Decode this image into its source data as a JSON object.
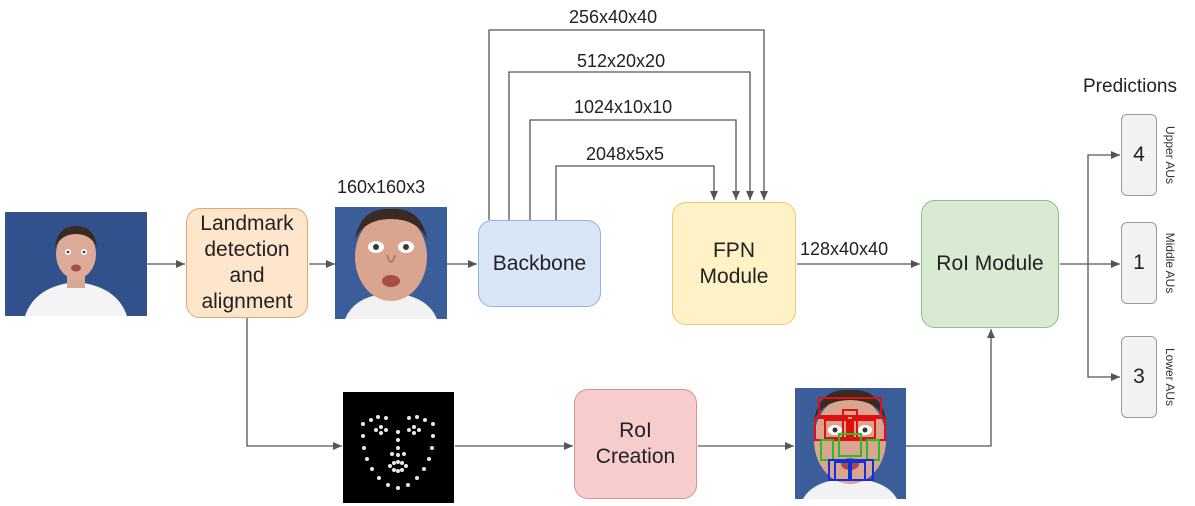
{
  "nodes": {
    "landmark": "Landmark\ndetection\nand\nalignment",
    "backbone": "Backbone",
    "fpn": "FPN\nModule",
    "roi_module": "RoI Module",
    "roi_creation": "RoI\nCreation"
  },
  "dims": {
    "aligned_face": "160x160x3",
    "fpn_out": "128x40x40",
    "feat1": "256x40x40",
    "feat2": "512x20x20",
    "feat3": "1024x10x10",
    "feat4": "2048x5x5"
  },
  "predictions": {
    "title": "Predictions",
    "upper": {
      "value": "4",
      "label": "Upper AUs"
    },
    "middle": {
      "value": "1",
      "label": "Middle AUs"
    },
    "lower": {
      "value": "3",
      "label": "Lower AUs"
    }
  },
  "colors": {
    "landmark": "#fde6cc",
    "backbone": "#d9e6f8",
    "fpn": "#fff2c6",
    "roi_module": "#d9ead3",
    "roi_creation": "#f6cccc",
    "roi_box_upper": "#e01010",
    "roi_box_middle": "#22c022",
    "roi_box_lower": "#1030e0"
  }
}
